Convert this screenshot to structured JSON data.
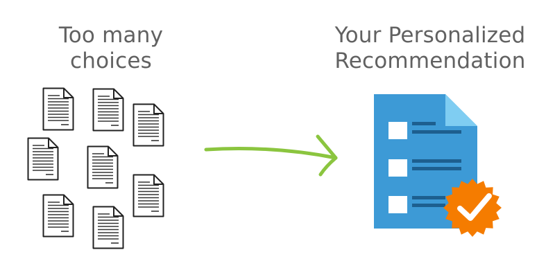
{
  "left_heading": {
    "line1": "Too many",
    "line2": "choices"
  },
  "right_heading": {
    "line1": "Your Personalized",
    "line2": "Recommendation"
  },
  "icons": {
    "small_documents": "document-icon",
    "arrow": "arrow-right-icon",
    "checklist": "checklist-document-icon",
    "badge": "verified-check-badge-icon"
  },
  "colors": {
    "heading_text": "#616161",
    "arrow": "#8bc53f",
    "document_stroke": "#222222",
    "checklist_body": "#3d9ad6",
    "checklist_fold": "#7fcdf2",
    "checklist_lines": "#1d5f8f",
    "badge": "#f57c00"
  }
}
